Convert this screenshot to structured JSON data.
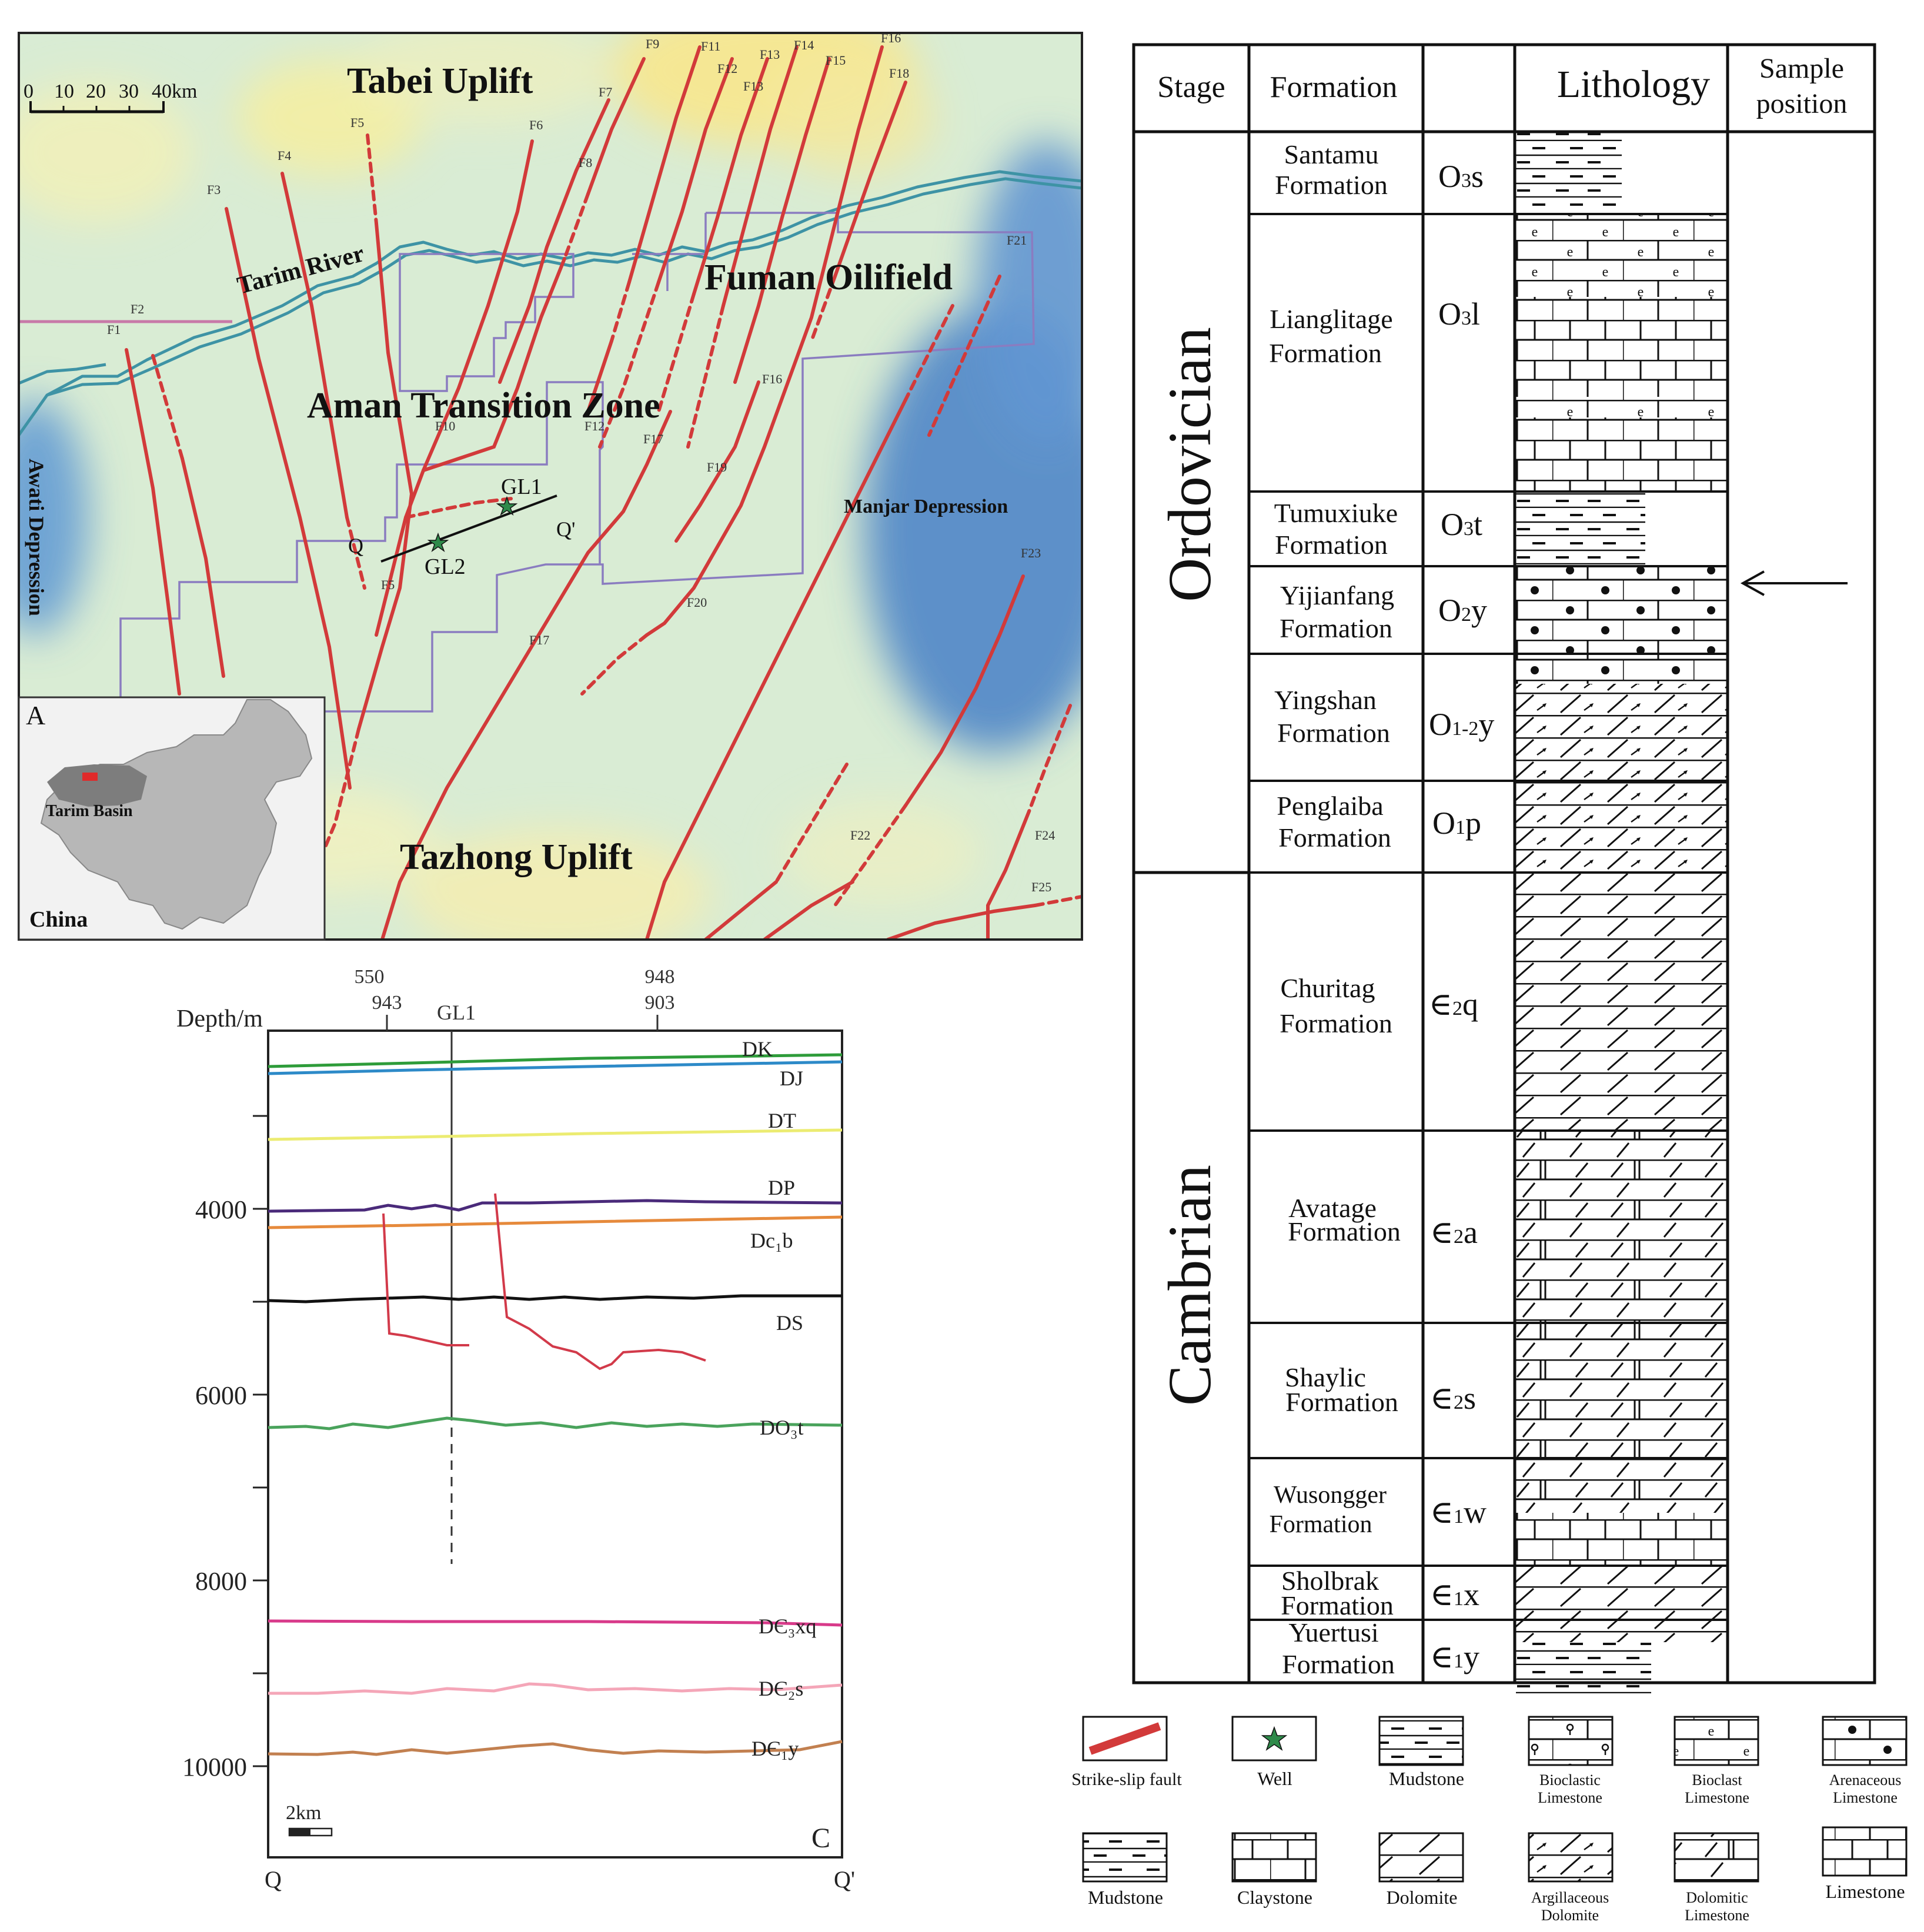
{
  "map": {
    "panel_label": "A",
    "scale_ticks": [
      "0",
      "10",
      "20",
      "30",
      "40km"
    ],
    "regions": {
      "tabei": "Tabei Uplift",
      "fuman": "Fuman Oilifield",
      "aman": "Aman Transition Zone",
      "tazhong": "Tazhong Uplift",
      "manjar": "Manjar Depression",
      "awati": "Awati Depression",
      "river": "Tarim River"
    },
    "wells": {
      "gl1": "GL1",
      "gl2": "GL2"
    },
    "section_ends": {
      "q": "Q",
      "q2": "Q'"
    },
    "inset": {
      "country": "China",
      "basin": "Tarim Basin"
    },
    "faults": {
      "f1": "F1",
      "f2": "F2",
      "f3": "F3",
      "f4": "F4",
      "f5": "F5",
      "f5b": "F5",
      "f6": "F6",
      "f7": "F7",
      "f8": "F8",
      "f9": "F9",
      "f10": "F10",
      "f11": "F11",
      "f12": "F12",
      "f12b": "F12",
      "f13": "F13",
      "f13b": "F13",
      "f14": "F14",
      "f15": "F15",
      "f16": "F16",
      "f16b": "F16",
      "f17": "F17",
      "f17b": "F17",
      "f18": "F18",
      "f19": "F19",
      "f20": "F20",
      "f21": "F21",
      "f22": "F22",
      "f23": "F23",
      "f24": "F24",
      "f25": "F25"
    },
    "colors": {
      "fault": "#d23a3a",
      "river": "#3e93a5",
      "boundary": "#8a7cc0",
      "base": "#d9ecd4"
    }
  },
  "section": {
    "panel_label": "C",
    "depth_label": "Depth/m",
    "depth_ticks": [
      "4000",
      "6000",
      "8000",
      "10000"
    ],
    "top_labels": {
      "l550": "550",
      "l943": "943",
      "l948": "948",
      "l903": "903",
      "gl1": "GL1"
    },
    "horizons": {
      "dk": "DK",
      "dj": "DJ",
      "dt": "DT",
      "dp": "DP",
      "dc1b": "Dc₁b",
      "ds": "DS",
      "do3t": "DO₃t",
      "dc3xq": "DЄ₃xq",
      "dc2s": "DЄ₂s",
      "dc1y": "DЄ₁y"
    },
    "scale": "2km",
    "ends": {
      "q": "Q",
      "q2": "Q'"
    }
  },
  "column": {
    "headers": {
      "stage": "Stage",
      "formation": "Formation",
      "lithology": "Lithology",
      "sample1": "Sample",
      "sample2": "position"
    },
    "stages": {
      "ordovician": "Ordovician",
      "cambrian": "Cambrian"
    },
    "formations": [
      {
        "n1": "Santamu",
        "n2": "Formation",
        "pre": "O",
        "sub": "3",
        "suf": "s"
      },
      {
        "n1": "Lianglitage",
        "n2": "Formation",
        "pre": "O",
        "sub": "3",
        "suf": "l"
      },
      {
        "n1": "Tumuxiuke",
        "n2": "Formation",
        "pre": "O",
        "sub": "3",
        "suf": "t"
      },
      {
        "n1": "Yijianfang",
        "n2": "Formation",
        "pre": "O",
        "sub": "2",
        "suf": "y"
      },
      {
        "n1": "Yingshan",
        "n2": "Formation",
        "pre": "O",
        "sub": "1-2",
        "suf": "y"
      },
      {
        "n1": "Penglaiba",
        "n2": "Formation",
        "pre": "O",
        "sub": "1",
        "suf": "p"
      },
      {
        "n1": "Churitag",
        "n2": "Formation",
        "pre": "∈",
        "sub": "2",
        "suf": "q"
      },
      {
        "n1": "Avatage",
        "n2": "Formation",
        "pre": "∈",
        "sub": "2",
        "suf": "a"
      },
      {
        "n1": "Shaylic",
        "n2": "Formation",
        "pre": "∈",
        "sub": "2",
        "suf": "s"
      },
      {
        "n1": "Wusongger",
        "n2": "Formation",
        "pre": "∈",
        "sub": "1",
        "suf": "w"
      },
      {
        "n1": "Sholbrak",
        "n2": "Formation",
        "pre": "∈",
        "sub": "1",
        "suf": "x"
      },
      {
        "n1": "Yuertusi",
        "n2": "Formation",
        "pre": "∈",
        "sub": "1",
        "suf": "y"
      }
    ]
  },
  "legend": {
    "strike_slip": "Strike-slip fault",
    "well": "Well",
    "mudstone_a": "Mudstone",
    "bioclastic1": "Bioclastic",
    "bioclastic2": "Limestone",
    "bioclast1": "Bioclast",
    "bioclast2": "Limestone",
    "arenaceous1": "Arenaceous",
    "arenaceous2": "Limestone",
    "mudstone_b": "Mudstone",
    "claystone": "Claystone",
    "dolomite": "Dolomite",
    "argillaceous1": "Argillaceous",
    "argillaceous2": "Dolomite",
    "dolomitic1": "Dolomitic",
    "dolomitic2": "Limestone",
    "limestone": "Limestone"
  }
}
